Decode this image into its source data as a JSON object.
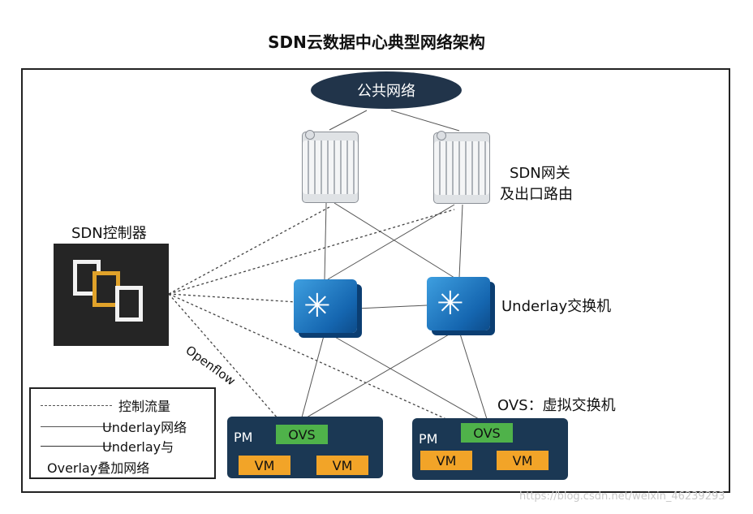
{
  "title": "SDN云数据中心典型网络架构",
  "public_network": "公共网络",
  "gateway_label": {
    "line1": "SDN网关",
    "line2": "及出口路由"
  },
  "controller_label": "SDN控制器",
  "switch_label": "Underlay交换机",
  "openflow_label": "Openflow",
  "ovs_label": "OVS：虚拟交换机",
  "pms": [
    {
      "label": "PM",
      "ovs": "OVS",
      "vms": [
        "VM",
        "VM"
      ]
    },
    {
      "label": "PM",
      "ovs": "OVS",
      "vms": [
        "VM",
        "VM"
      ]
    }
  ],
  "legend": {
    "control": "控制流量",
    "underlay": "Underlay网络",
    "both_line1": "Underlay与",
    "both_line2": "Overlay叠加网络"
  },
  "watermark": "https://blog.csdn.net/weixin_46239293",
  "colors": {
    "public_network": "#21344a",
    "pm": "#1b3854",
    "ovs": "#4fb24a",
    "vm": "#f2a428",
    "switch": "#1f78c8",
    "controller_bg": "#252525",
    "controller_accent": "#e0a22a"
  },
  "icons": {
    "router": "router-icon",
    "switch": "switch-icon",
    "controller": "controller-icon"
  }
}
